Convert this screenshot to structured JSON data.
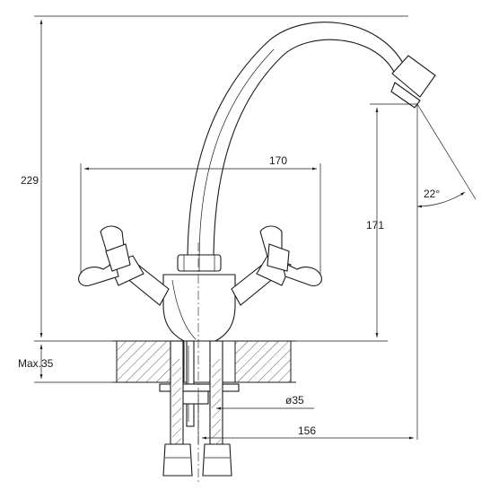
{
  "drawing": {
    "subject": "Double-handle basin mixer faucet with swivel spout",
    "dimensions": {
      "total_height": "229",
      "spout_height": "171",
      "handle_span": "170",
      "spout_reach": "156",
      "mount_diameter": "ø35",
      "max_countertop": "Max.35",
      "spout_angle": "22°"
    },
    "colors": {
      "line": "#1a1a1a",
      "background": "#ffffff"
    }
  }
}
